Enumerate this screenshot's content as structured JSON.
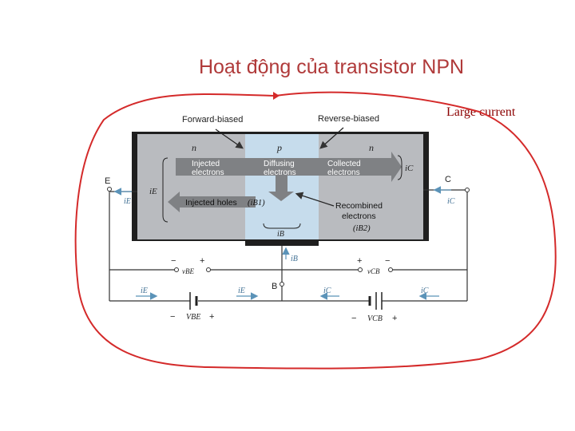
{
  "slide": {
    "title": "Hoạt động của transistor NPN",
    "annotation": "Large current"
  },
  "figure": {
    "labels": {
      "forward_biased": "Forward-biased",
      "reverse_biased": "Reverse-biased",
      "region_n_left": "n",
      "region_p": "p",
      "region_n_right": "n",
      "injected_electrons": [
        "Injected",
        "electrons"
      ],
      "diffusing_electrons": [
        "Diffusing",
        "electrons"
      ],
      "collected_electrons": [
        "Collected",
        "electrons"
      ],
      "injected_holes": "Injected holes",
      "ib1": "(iB1)",
      "recombined_electrons": [
        "Recombined",
        "electrons"
      ],
      "ib2": "(iB2)",
      "ie_bracket": "iE",
      "ic_bracket": "iC",
      "ib_base": "iB",
      "terminal_e": "E",
      "terminal_c": "C",
      "terminal_b": "B",
      "ie_left": "iE",
      "ic_right": "iC",
      "ib_wire": "iB",
      "vbe_meter": "vBE",
      "vcb_meter": "vCB",
      "ie_bottom1": "iE",
      "ie_bottom2": "iE",
      "ic_bottom1": "iC",
      "ic_bottom2": "iC",
      "vbe_source": "VBE",
      "vcb_source": "VCB",
      "minus": "−",
      "plus": "+"
    },
    "colors": {
      "outline": "#d42a2a",
      "device_gray": "#b9bbbf",
      "base_blue": "#c6dcec",
      "arrow_gray": "#7f8184",
      "wire": "#333333",
      "current_arrow": "#5b93b8"
    }
  }
}
